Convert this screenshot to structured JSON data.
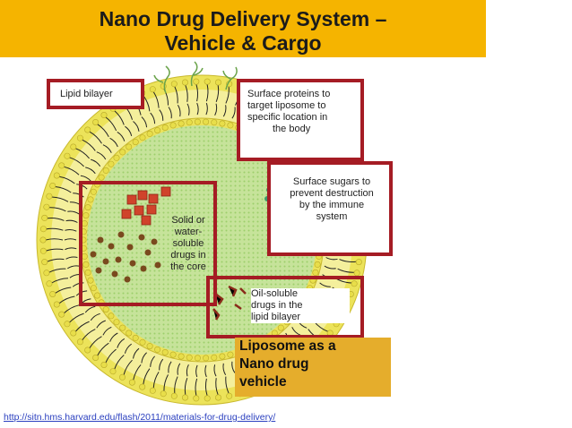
{
  "title": {
    "line1": "Nano Drug Delivery System –",
    "line2": "Vehicle & Cargo"
  },
  "labels": {
    "lipid_bilayer": "Lipid bilayer",
    "surface_proteins": [
      "Surface proteins to",
      "target liposome to",
      "specific location in",
      "the body"
    ],
    "surface_sugars": [
      "Surface sugars to",
      "prevent destruction",
      "by the immune",
      "system"
    ],
    "solid_drugs": [
      "Solid or",
      "water-",
      "soluble",
      "drugs in",
      "the core"
    ],
    "oil_drugs": [
      "Oil-soluble",
      "drugs in the",
      "lipid bilayer"
    ]
  },
  "caption": [
    "Liposome as a",
    "Nano drug",
    "vehicle"
  ],
  "source_link": "http://sitn.hms.harvard.edu/flash/2011/materials-for-drug-delivery/",
  "colors": {
    "banner": "#f5b400",
    "caption_bg": "#e5ad2c",
    "box_border": "#a51c24",
    "head_yellow": "#ece35a",
    "core_green": "#c6e39a",
    "link": "#2a3fbf"
  }
}
